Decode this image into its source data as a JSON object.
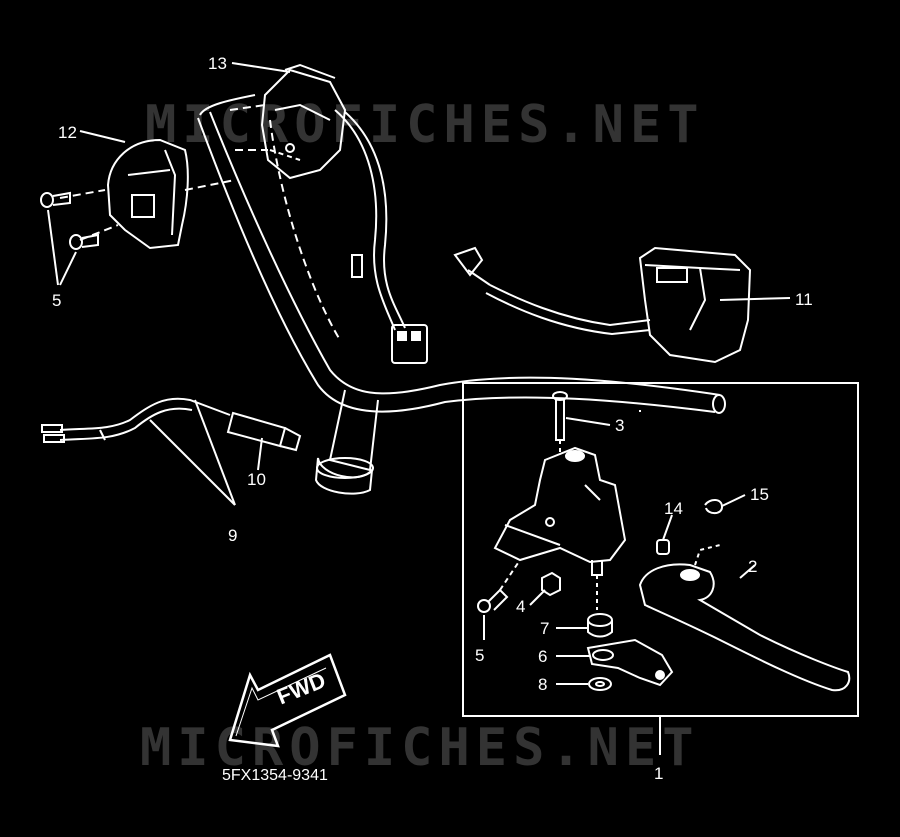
{
  "watermarks": [
    "MICROFICHES.NET",
    "MICROFICHES.NET"
  ],
  "diagram_code": "5FX1354-9341",
  "fwd_label": "FWD",
  "callouts": {
    "c1": "1",
    "c2": "2",
    "c3": "3",
    "c4": "4",
    "c5a": "5",
    "c5b": "5",
    "c6": "6",
    "c7": "7",
    "c8": "8",
    "c9": "9",
    "c10": "10",
    "c11": "11",
    "c12": "12",
    "c13": "13",
    "c14": "14",
    "c15": "15"
  },
  "colors": {
    "background": "#000000",
    "line": "#ffffff",
    "watermark": "#333333"
  }
}
